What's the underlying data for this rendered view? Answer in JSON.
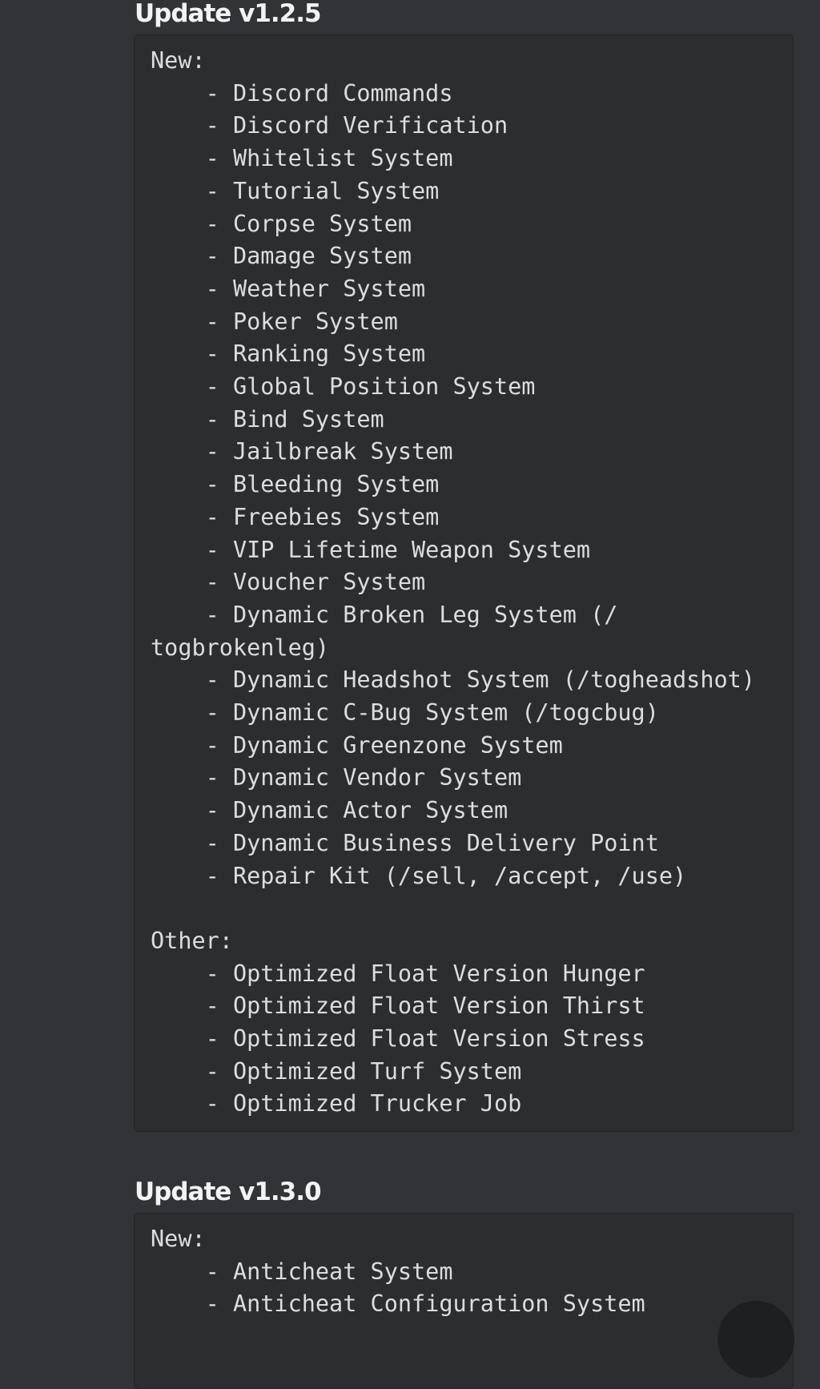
{
  "updates": [
    {
      "title": "Update v1.2.5",
      "lines": [
        "New:",
        "    - Discord Commands",
        "    - Discord Verification",
        "    - Whitelist System",
        "    - Tutorial System",
        "    - Corpse System",
        "    - Damage System",
        "    - Weather System",
        "    - Poker System",
        "    - Ranking System",
        "    - Global Position System",
        "    - Bind System",
        "    - Jailbreak System",
        "    - Bleeding System",
        "    - Freebies System",
        "    - VIP Lifetime Weapon System",
        "    - Voucher System",
        "    - Dynamic Broken Leg System (/",
        "togbrokenleg)",
        "    - Dynamic Headshot System (/togheadshot)",
        "    - Dynamic C-Bug System (/togcbug)",
        "    - Dynamic Greenzone System",
        "    - Dynamic Vendor System",
        "    - Dynamic Actor System",
        "    - Dynamic Business Delivery Point",
        "    - Repair Kit (/sell, /accept, /use)",
        "",
        "Other:",
        "    - Optimized Float Version Hunger",
        "    - Optimized Float Version Thirst",
        "    - Optimized Float Version Stress",
        "    - Optimized Turf System",
        "    - Optimized Trucker Job"
      ]
    },
    {
      "title": "Update v1.3.0",
      "lines": [
        "New:",
        "    - Anticheat System",
        "    - Anticheat Configuration System"
      ]
    }
  ]
}
